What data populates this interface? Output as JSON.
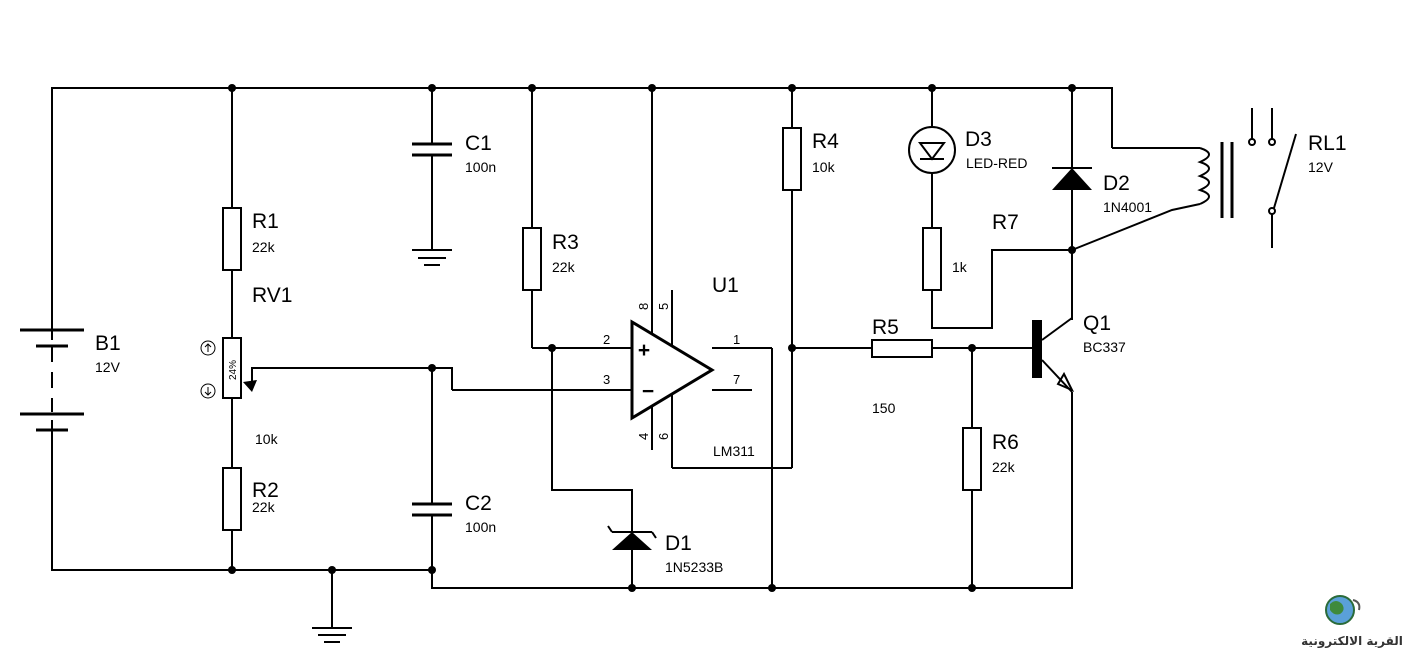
{
  "components": {
    "B1": {
      "ref": "B1",
      "value": "12V"
    },
    "R1": {
      "ref": "R1",
      "value": "22k"
    },
    "RV1": {
      "ref": "RV1",
      "value": "10k",
      "wiper": "24%"
    },
    "R2": {
      "ref": "R2",
      "value": "22k"
    },
    "C1": {
      "ref": "C1",
      "value": "100n"
    },
    "C2": {
      "ref": "C2",
      "value": "100n"
    },
    "R3": {
      "ref": "R3",
      "value": "22k"
    },
    "U1": {
      "ref": "U1",
      "value": "LM311",
      "pins": {
        "p2": "2",
        "p3": "3",
        "p1": "1",
        "p7": "7",
        "p8": "8",
        "p5": "5",
        "p4": "4",
        "p6": "6"
      },
      "plus": "+",
      "minus": "−"
    },
    "D1": {
      "ref": "D1",
      "value": "1N5233B"
    },
    "R4": {
      "ref": "R4",
      "value": "10k"
    },
    "R5": {
      "ref": "R5",
      "value": "150"
    },
    "R6": {
      "ref": "R6",
      "value": "22k"
    },
    "D3": {
      "ref": "D3",
      "value": "LED-RED"
    },
    "R7": {
      "ref": "R7",
      "value": "1k"
    },
    "D2": {
      "ref": "D2",
      "value": "1N4001"
    },
    "Q1": {
      "ref": "Q1",
      "value": "BC337"
    },
    "RL1": {
      "ref": "RL1",
      "value": "12V"
    }
  },
  "logo": {
    "text": "القرية الالكترونية"
  }
}
